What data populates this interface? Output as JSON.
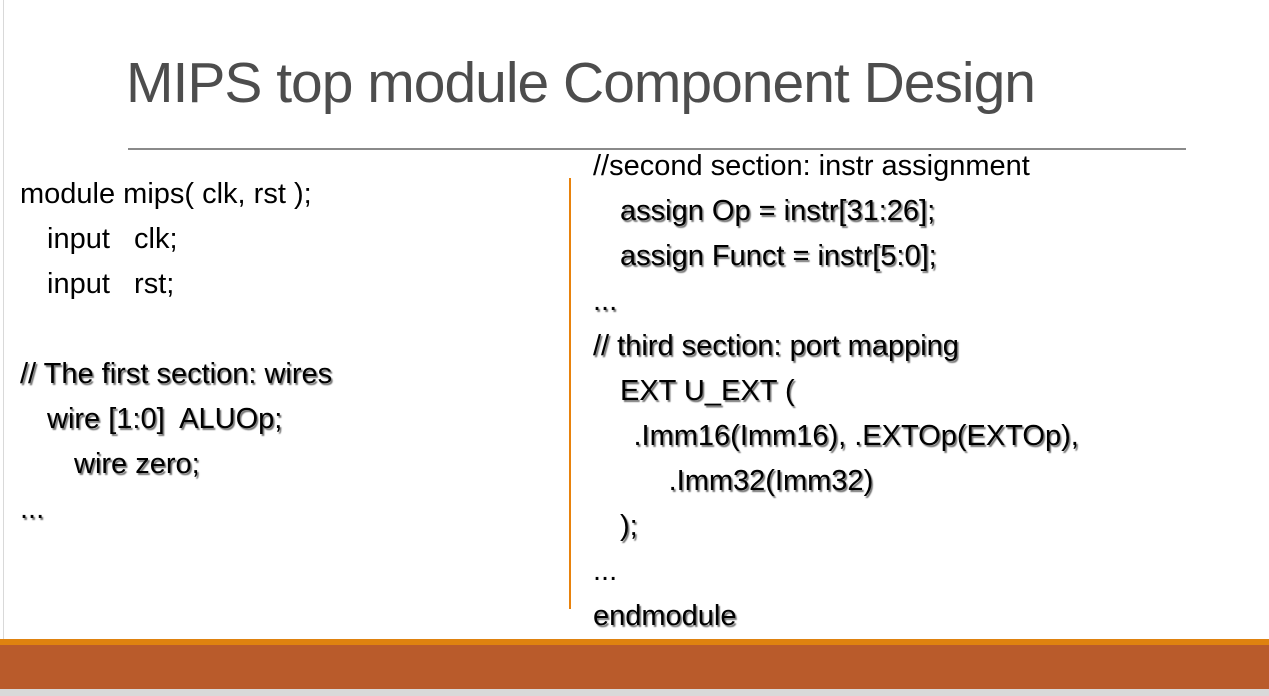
{
  "slide": {
    "title": "MIPS top module Component Design",
    "colors": {
      "title_text": "#4d4d4d",
      "title_rule": "#8a8a8a",
      "code_text": "#000000",
      "column_divider": "#e8820c",
      "bottom_thin_bar": "#df820f",
      "bottom_band": "#b95b2b",
      "bottom_edge": "#d9d9d9",
      "left_edge_line": "#d9d9d9"
    },
    "left_code": [
      {
        "text": "module mips( clk, rst );",
        "indent": 0,
        "shadow": false
      },
      {
        "text": "input   clk;",
        "indent": 1,
        "shadow": false
      },
      {
        "text": "input   rst;",
        "indent": 1,
        "shadow": false
      },
      {
        "text": "",
        "indent": 0,
        "shadow": false
      },
      {
        "text": "// The first section: wires",
        "indent": 0,
        "shadow": true
      },
      {
        "text": "wire [1:0]  ALUOp;",
        "indent": 1,
        "shadow": true
      },
      {
        "text": "wire zero;",
        "indent": 2,
        "shadow": true
      },
      {
        "text": "...",
        "indent": 0,
        "shadow": true
      }
    ],
    "right_code": [
      {
        "text": "//second section: instr assignment",
        "indent": 0,
        "shadow": false
      },
      {
        "text": "assign Op = instr[31:26];",
        "indent": 1,
        "shadow": true
      },
      {
        "text": "assign Funct = instr[5:0];",
        "indent": 1,
        "shadow": true
      },
      {
        "text": "...",
        "indent": 0,
        "shadow": true
      },
      {
        "text": "// third section: port mapping",
        "indent": 0,
        "shadow": true
      },
      {
        "text": "EXT U_EXT (",
        "indent": 1,
        "shadow": true
      },
      {
        "text": ".Imm16(Imm16), .EXTOp(EXTOp),",
        "indent": 1.5,
        "shadow": true
      },
      {
        "text": ".Imm32(Imm32)",
        "indent": 2.8,
        "shadow": true
      },
      {
        "text": ");",
        "indent": 1,
        "shadow": true
      },
      {
        "text": "...",
        "indent": 0,
        "shadow": false
      },
      {
        "text": "endmodule",
        "indent": 0,
        "shadow": true
      }
    ]
  }
}
